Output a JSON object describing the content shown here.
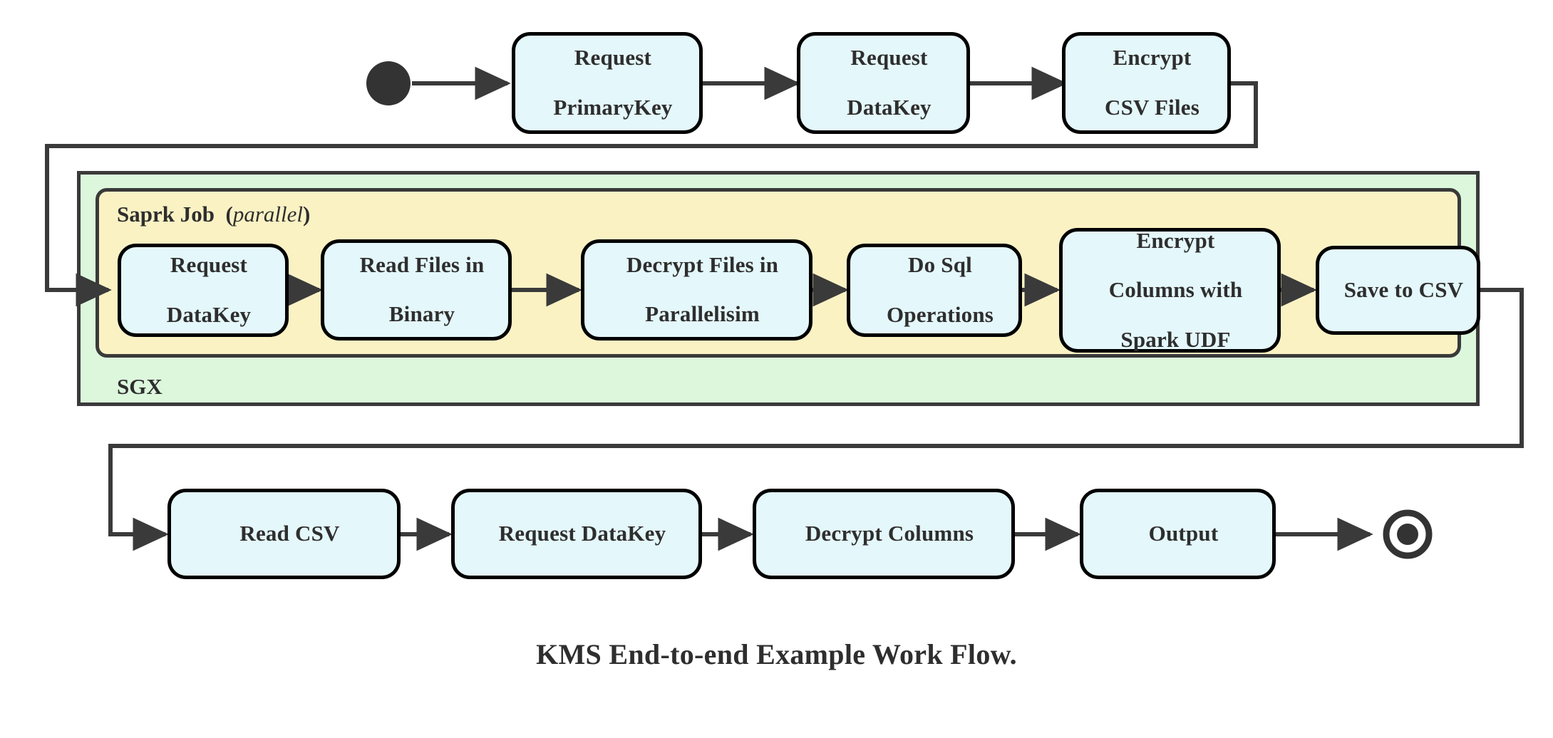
{
  "diagram": {
    "caption": "KMS End-to-end Example Work Flow.",
    "colors": {
      "node_fill": "#e4f7fb",
      "node_stroke": "#000000",
      "sgx_fill": "#ddf7dd",
      "spark_fill": "#fbf2c4",
      "container_stroke": "#3a3a3a",
      "connector": "#3a3a3a",
      "text": "#2e2e2e"
    },
    "start_node": {
      "name": "start",
      "shape": "filled-circle"
    },
    "end_node": {
      "name": "end",
      "shape": "ring-with-filled-center"
    },
    "containers": [
      {
        "id": "sgx",
        "label": "SGX",
        "label_position": "bottom-left"
      },
      {
        "id": "spark",
        "label": "Saprk Job",
        "label_suffix": "(parallel)",
        "label_suffix_italic": "parallel",
        "label_position": "top-left"
      }
    ],
    "rows": [
      {
        "id": "row-top",
        "nodes": [
          {
            "id": "request-primarykey",
            "lines": [
              "Request",
              "PrimaryKey"
            ]
          },
          {
            "id": "request-datakey-top",
            "lines": [
              "Request",
              "DataKey"
            ]
          },
          {
            "id": "encrypt-csv-files",
            "lines": [
              "Encrypt",
              "CSV Files"
            ]
          }
        ]
      },
      {
        "id": "row-spark",
        "nodes": [
          {
            "id": "request-datakey-spark",
            "lines": [
              "Request",
              "DataKey"
            ]
          },
          {
            "id": "read-files-binary",
            "lines": [
              "Read Files in",
              "Binary"
            ]
          },
          {
            "id": "decrypt-files-parallelisim",
            "lines": [
              "Decrypt Files in",
              "Parallelisim"
            ]
          },
          {
            "id": "do-sql-operations",
            "lines": [
              "Do Sql",
              "Operations"
            ]
          },
          {
            "id": "encrypt-columns-spark-udf",
            "lines": [
              "Encrypt",
              "Columns with",
              "Spark UDF"
            ]
          },
          {
            "id": "save-to-csv",
            "lines": [
              "Save to CSV"
            ]
          }
        ]
      },
      {
        "id": "row-bottom",
        "nodes": [
          {
            "id": "read-csv",
            "lines": [
              "Read CSV"
            ]
          },
          {
            "id": "request-datakey-bottom",
            "lines": [
              "Request DataKey"
            ]
          },
          {
            "id": "decrypt-columns",
            "lines": [
              "Decrypt Columns"
            ]
          },
          {
            "id": "output",
            "lines": [
              "Output"
            ]
          }
        ]
      }
    ]
  }
}
